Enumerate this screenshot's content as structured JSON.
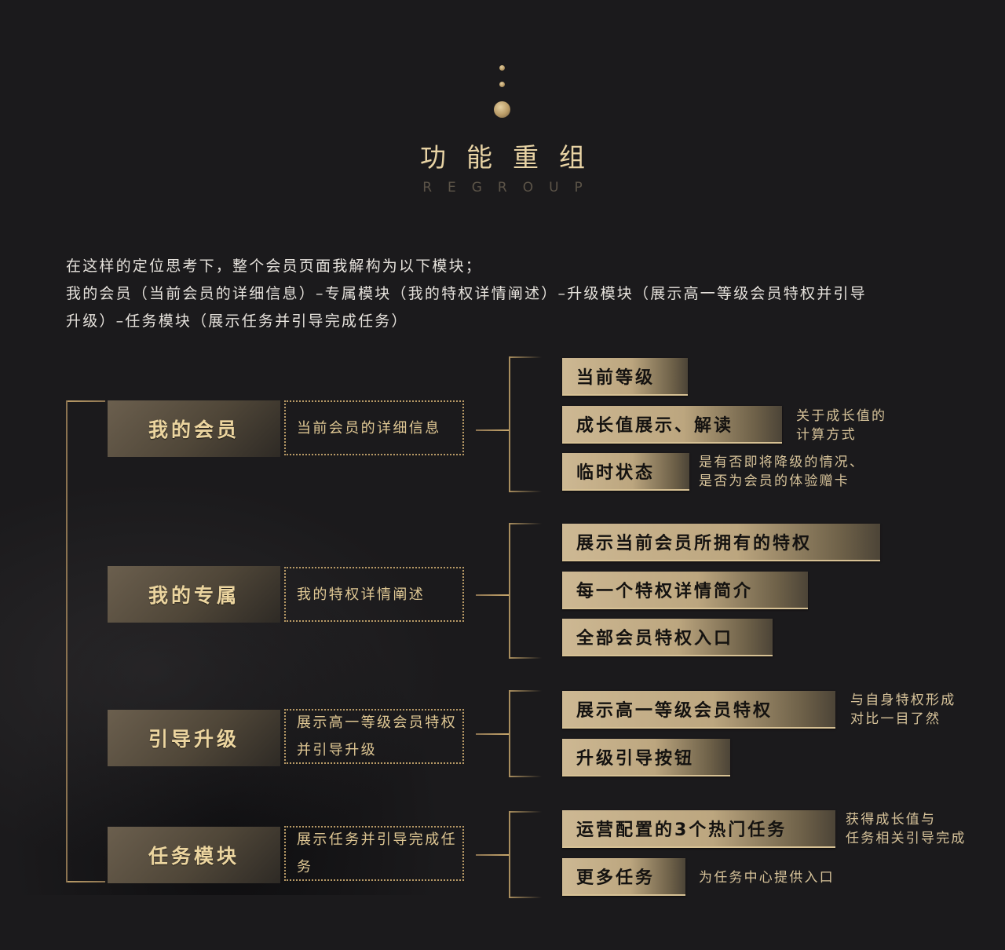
{
  "header": {
    "title": "功能重组",
    "subtitle": "REGROUP"
  },
  "intro": {
    "lines": [
      "在这样的定位思考下，整个会员页面我解构为以下模块；",
      "我的会员（当前会员的详细信息）–专属模块（我的特权详情阐述）–升级模块（展示高一等级会员特权并引导",
      "升级）–任务模块（展示任务并引导完成任务）"
    ]
  },
  "colors": {
    "background": "#1b1a1c",
    "gold": "#b89a66",
    "title_gold": "#e8d3a4",
    "item_gold": "#cdb893"
  },
  "modules": [
    {
      "name": "我的会员",
      "description": "当前会员的详细信息",
      "items": [
        {
          "label": "当前等级",
          "note": ""
        },
        {
          "label": "成长值展示、解读",
          "note": "关于成长值的\n计算方式"
        },
        {
          "label": "临时状态",
          "note": "是有否即将降级的情况、\n是否为会员的体验赠卡"
        }
      ]
    },
    {
      "name": "我的专属",
      "description": "我的特权详情阐述",
      "items": [
        {
          "label": "展示当前会员所拥有的特权",
          "note": ""
        },
        {
          "label": "每一个特权详情简介",
          "note": ""
        },
        {
          "label": "全部会员特权入口",
          "note": ""
        }
      ]
    },
    {
      "name": "引导升级",
      "description": "展示高一等级会员特权并引导升级",
      "items": [
        {
          "label": "展示高一等级会员特权",
          "note": "与自身特权形成\n对比一目了然"
        },
        {
          "label": "升级引导按钮",
          "note": ""
        }
      ]
    },
    {
      "name": "任务模块",
      "description": "展示任务并引导完成任务",
      "items": [
        {
          "label": "运营配置的3个热门任务",
          "note": "获得成长值与\n任务相关引导完成"
        },
        {
          "label": "更多任务",
          "note": "为任务中心提供入口"
        }
      ]
    }
  ]
}
